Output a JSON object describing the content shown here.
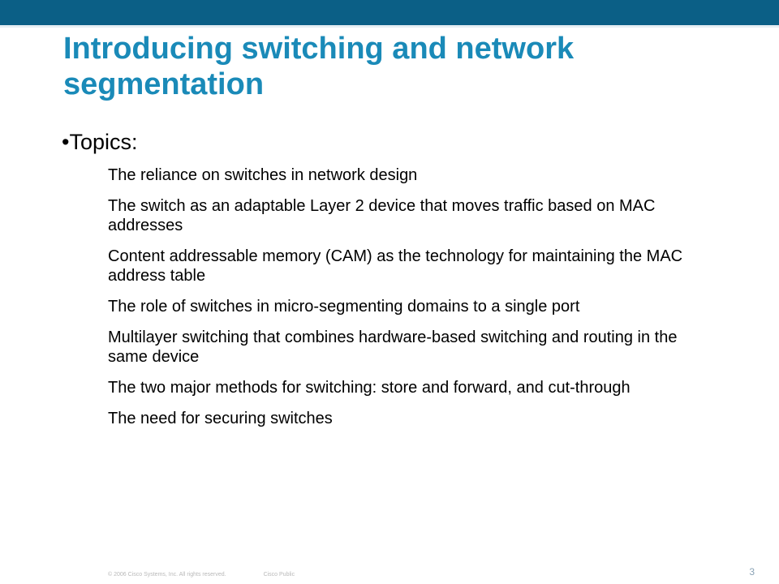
{
  "slide": {
    "title": "Introducing switching and network segmentation",
    "topics_heading": "•Topics:",
    "topics": [
      "The reliance on switches in network design",
      "The switch as an adaptable Layer 2 device that moves traffic based on MAC addresses",
      "Content addressable memory (CAM) as the technology for maintaining the MAC address table",
      "The role of switches in micro-segmenting domains to a single port",
      "Multilayer switching that combines hardware-based switching and routing in the same device",
      "The two major methods for switching: store and forward, and cut-through",
      "The need for securing switches"
    ]
  },
  "footer": {
    "copyright": "© 2006 Cisco Systems, Inc. All rights reserved.",
    "classification": "Cisco Public",
    "page_number": "3"
  },
  "colors": {
    "top_bar": "#0b5f86",
    "title": "#1a8ab8"
  }
}
